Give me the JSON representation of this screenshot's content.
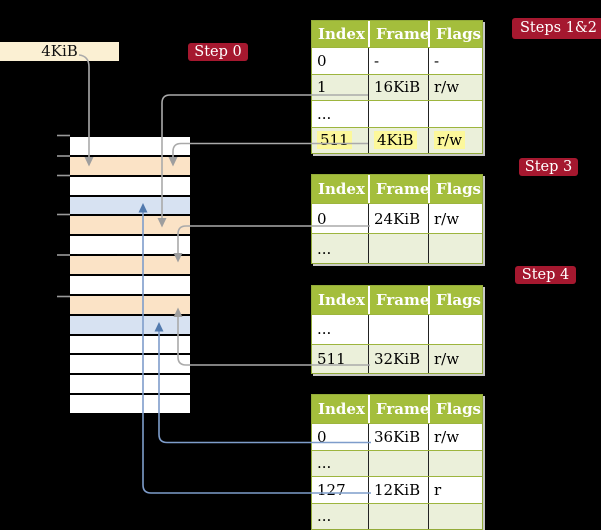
{
  "colors": {
    "background": "#000000",
    "free_frame_box_bg": "#FBF0D3",
    "badge_red": "#A5182F",
    "badge_text": "#FFFFFF",
    "table_header_bg": "#A4BE3C",
    "table_header_text": "#FFFFFF",
    "table_row_shaded": "#EBF0DA",
    "table_row_white": "#FFFFFF",
    "table_border": "#93AB39",
    "highlight_yellow": "#FCF89B",
    "white": "#FFFFFF",
    "peach": "#FBE3C6",
    "blue": "#D7E2F2",
    "connector_gray": "#AAAAAA",
    "connector_gray_head": "#9E9E9E",
    "connector_blue": "#7E9DCB",
    "connector_blue_head": "#527AAE",
    "tick_gray": "#9A9A9A"
  },
  "free_frame_box": {
    "label": "4KiB"
  },
  "badges": {
    "step0": "Step 0",
    "steps_1_2": "Steps 1&2",
    "step3": "Step 3",
    "step4": "Step 4"
  },
  "memory_strip": {
    "rows": [
      "white",
      "peach",
      "white",
      "blue",
      "peach",
      "white",
      "peach",
      "white",
      "peach",
      "blue",
      "white",
      "white",
      "white",
      "white"
    ]
  },
  "tables": [
    {
      "name": "page-table-steps-1-2",
      "header": [
        "Index",
        "Frame",
        "Flags"
      ],
      "rows": [
        [
          "0",
          "-",
          "-"
        ],
        [
          "1",
          "16KiB",
          "r/w"
        ],
        [
          "...",
          "",
          ""
        ],
        [
          "511",
          "4KiB",
          "r/w"
        ]
      ],
      "highlight_row": 3
    },
    {
      "name": "page-table-step-3",
      "header": [
        "Index",
        "Frame",
        "Flags"
      ],
      "rows": [
        [
          "0",
          "24KiB",
          "r/w"
        ],
        [
          "...",
          "",
          ""
        ]
      ],
      "highlight_row": null
    },
    {
      "name": "page-table-step-4",
      "header": [
        "Index",
        "Frame",
        "Flags"
      ],
      "rows": [
        [
          "...",
          "",
          ""
        ],
        [
          "511",
          "32KiB",
          "r/w"
        ]
      ],
      "highlight_row": null
    },
    {
      "name": "page-table-final",
      "header": [
        "Index",
        "Frame",
        "Flags"
      ],
      "rows": [
        [
          "0",
          "36KiB",
          "r/w"
        ],
        [
          "...",
          "",
          ""
        ],
        [
          "127",
          "12KiB",
          "r"
        ],
        [
          "...",
          "",
          ""
        ]
      ],
      "highlight_row": null
    }
  ],
  "connections": [
    {
      "from": "4KiB free-frame box",
      "to": "frame 4KiB (peach row 1)",
      "color": "gray"
    },
    {
      "from": "table1 index 1 (16KiB)",
      "to": "frame 16KiB (peach row 4)",
      "color": "gray"
    },
    {
      "from": "table1 index 511 (4KiB)",
      "to": "frame 4KiB (peach row 1)",
      "color": "gray"
    },
    {
      "from": "table2 index 0 (24KiB)",
      "to": "frame 24KiB (peach row 6)",
      "color": "gray"
    },
    {
      "from": "table3 index 511 (32KiB)",
      "to": "frame 32KiB (peach row 8)",
      "color": "gray"
    },
    {
      "from": "table4 index 0 (36KiB)",
      "to": "frame 36KiB (blue row 9)",
      "color": "blue"
    },
    {
      "from": "table4 index 127 (12KiB)",
      "to": "frame 12KiB (blue row 3)",
      "color": "blue"
    }
  ]
}
